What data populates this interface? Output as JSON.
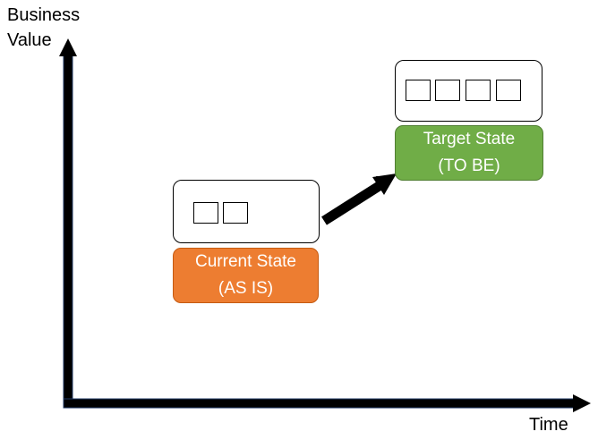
{
  "axes": {
    "y_label_line1": "Business",
    "y_label_line2": "Value",
    "x_label": "Time",
    "axis_color": "#000000",
    "axis_edge_color": "#1f3864"
  },
  "current_state": {
    "label_line1": "Current State",
    "label_line2": "(AS IS)",
    "color": "#ed7d31",
    "border_color": "#c55a11",
    "item_count": 2
  },
  "target_state": {
    "label_line1": "Target State",
    "label_line2": "(TO BE)",
    "color": "#70ad47",
    "border_color": "#507e32",
    "item_count": 4
  },
  "transition": {
    "from": "current_state",
    "to": "target_state"
  }
}
